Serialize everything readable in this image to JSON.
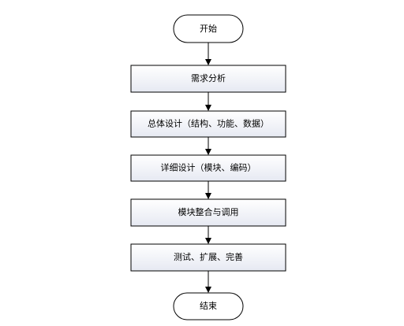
{
  "flowchart": {
    "nodes": [
      {
        "id": "start",
        "shape": "terminal",
        "label": "开始"
      },
      {
        "id": "step1",
        "shape": "process",
        "label": "需求分析"
      },
      {
        "id": "step2",
        "shape": "process",
        "label": "总体设计（结构、功能、数据）"
      },
      {
        "id": "step3",
        "shape": "process",
        "label": "详细设计（模块、编码）"
      },
      {
        "id": "step4",
        "shape": "process",
        "label": "模块整合与调用"
      },
      {
        "id": "step5",
        "shape": "process",
        "label": "测试、扩展、完善"
      },
      {
        "id": "end",
        "shape": "terminal",
        "label": "结束"
      }
    ],
    "edges": [
      {
        "from": "start",
        "to": "step1"
      },
      {
        "from": "step1",
        "to": "step2"
      },
      {
        "from": "step2",
        "to": "step3"
      },
      {
        "from": "step3",
        "to": "step4"
      },
      {
        "from": "step4",
        "to": "step5"
      },
      {
        "from": "step5",
        "to": "end"
      }
    ],
    "colors": {
      "terminal_fill": "#ffffff",
      "process_fill_top": "#ffffff",
      "process_fill_bottom": "#e6e9f2",
      "stroke": "#000000",
      "text": "#000000"
    }
  }
}
